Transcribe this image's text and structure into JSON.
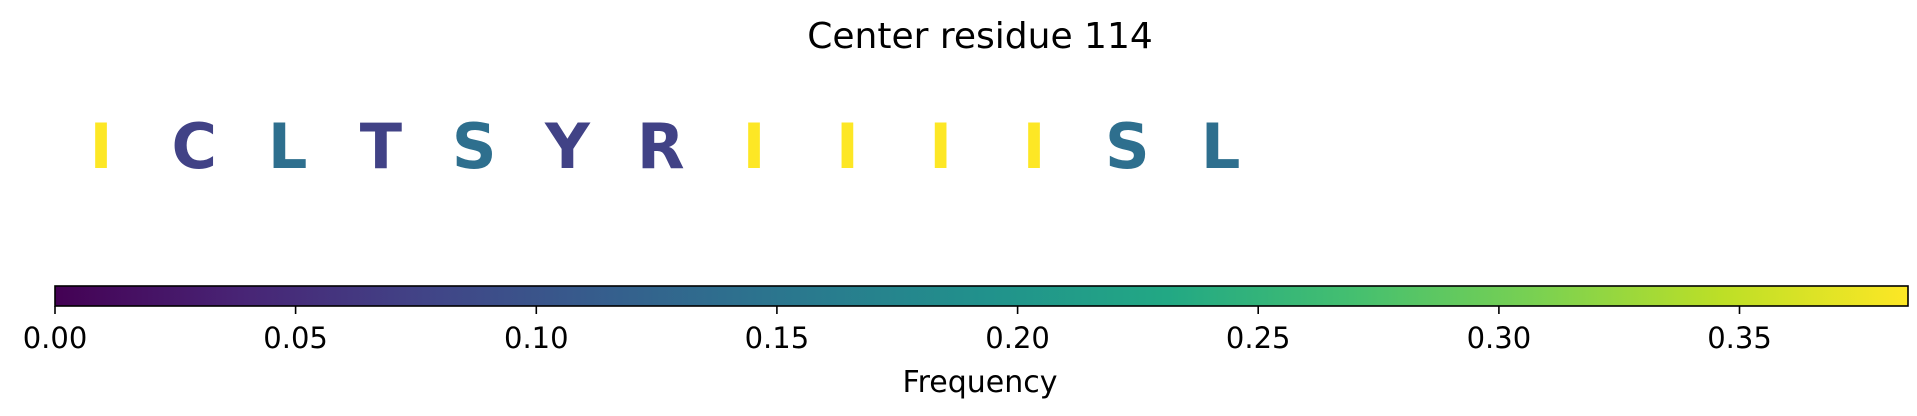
{
  "chart_data": {
    "type": "sequence-colorbar",
    "title": "Center residue 114",
    "residues": [
      {
        "letter": "I",
        "frequency": 0.385
      },
      {
        "letter": "C",
        "frequency": 0.075
      },
      {
        "letter": "L",
        "frequency": 0.14
      },
      {
        "letter": "T",
        "frequency": 0.075
      },
      {
        "letter": "S",
        "frequency": 0.14
      },
      {
        "letter": "Y",
        "frequency": 0.075
      },
      {
        "letter": "R",
        "frequency": 0.075
      },
      {
        "letter": "I",
        "frequency": 0.385
      },
      {
        "letter": "I",
        "frequency": 0.385
      },
      {
        "letter": "I",
        "frequency": 0.385
      },
      {
        "letter": "I",
        "frequency": 0.385
      },
      {
        "letter": "S",
        "frequency": 0.14
      },
      {
        "letter": "L",
        "frequency": 0.14
      }
    ],
    "colorbar": {
      "colormap": "viridis",
      "range": [
        0,
        0.385
      ],
      "ticks": [
        {
          "value": 0.0,
          "label": "0.00"
        },
        {
          "value": 0.05,
          "label": "0.05"
        },
        {
          "value": 0.1,
          "label": "0.10"
        },
        {
          "value": 0.15,
          "label": "0.15"
        },
        {
          "value": 0.2,
          "label": "0.20"
        },
        {
          "value": 0.25,
          "label": "0.25"
        },
        {
          "value": 0.3,
          "label": "0.30"
        },
        {
          "value": 0.35,
          "label": "0.35"
        }
      ],
      "label": "Frequency"
    }
  }
}
